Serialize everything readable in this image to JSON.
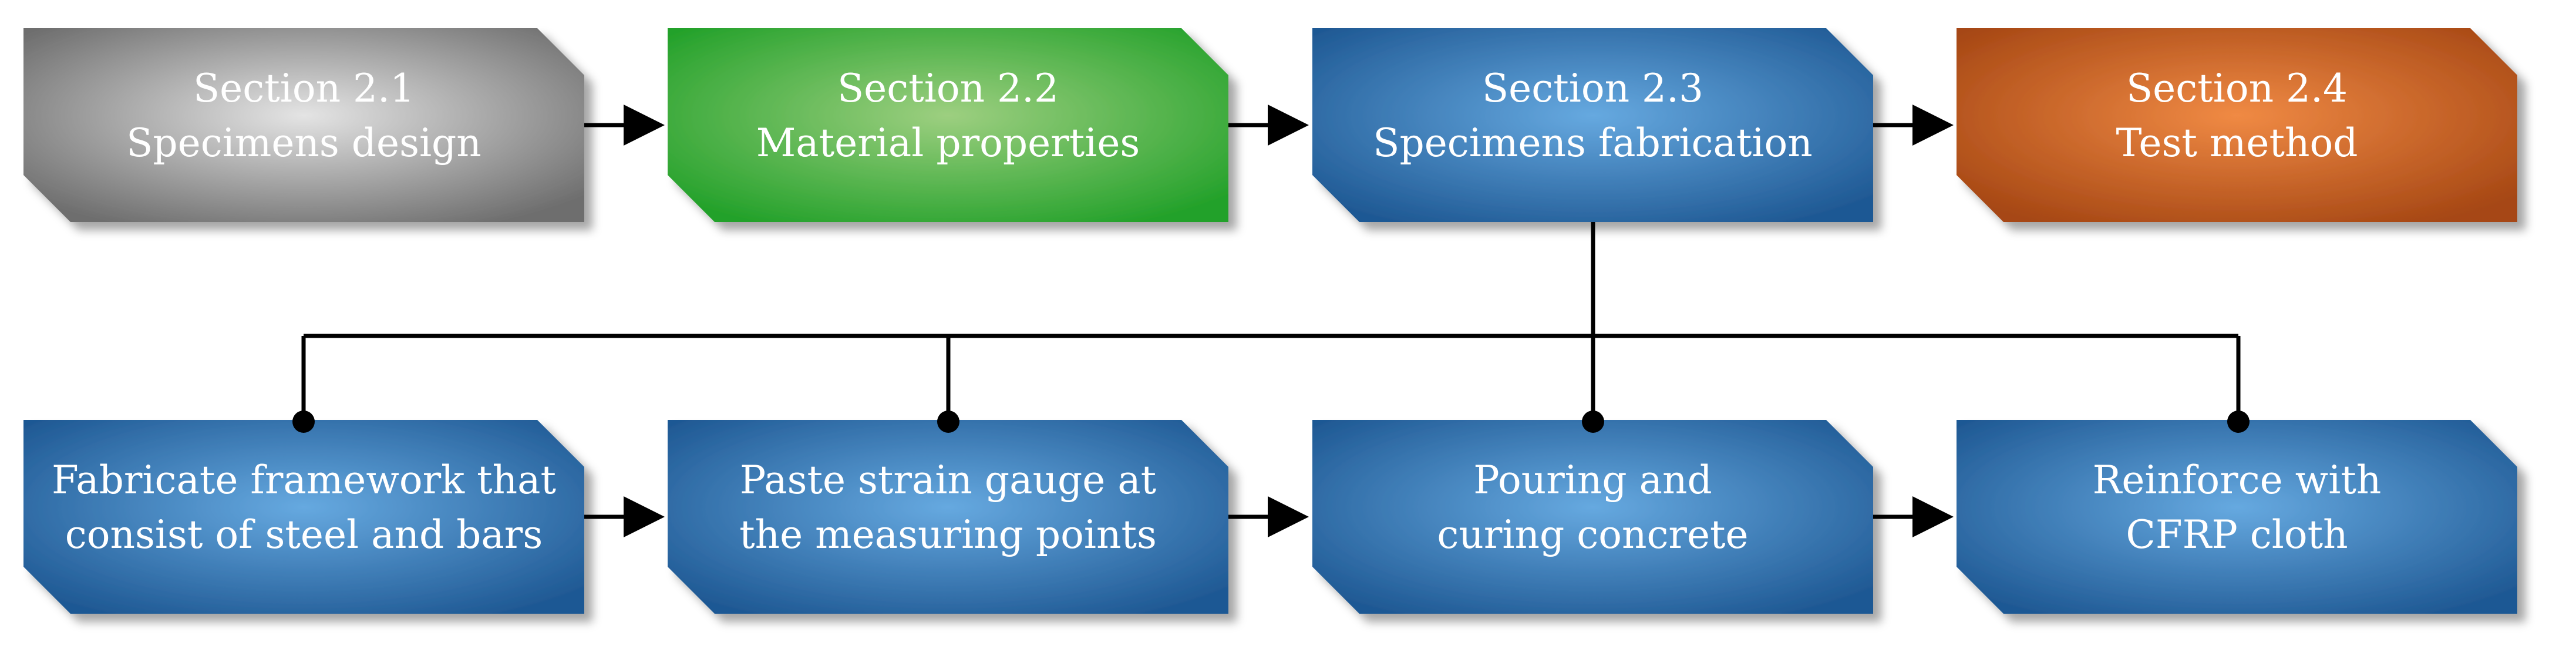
{
  "sections": [
    {
      "line1": "Section 2.1",
      "line2": "Specimens design",
      "color": "gray",
      "from": "#e4e4e4",
      "to": "#6e6e6e"
    },
    {
      "line1": "Section 2.2",
      "line2": "Material properties",
      "color": "green",
      "from": "#9dcf80",
      "to": "#23a12a"
    },
    {
      "line1": "Section 2.3",
      "line2": "Specimens fabrication",
      "color": "blue",
      "from": "#66a9e0",
      "to": "#1f5994"
    },
    {
      "line1": "Section 2.4",
      "line2": "Test method",
      "color": "orange",
      "from": "#f08a44",
      "to": "#a64714"
    }
  ],
  "steps": [
    {
      "line1": "Fabricate framework that",
      "line2": "consist of steel and bars"
    },
    {
      "line1": "Paste strain gauge at",
      "line2": "the measuring points"
    },
    {
      "line1": "Pouring and",
      "line2": "curing concrete"
    },
    {
      "line1": "Reinforce with",
      "line2": "CFRP cloth"
    }
  ],
  "step_color": {
    "from": "#66a9e0",
    "to": "#1f5994"
  },
  "connector_color": "#000000"
}
